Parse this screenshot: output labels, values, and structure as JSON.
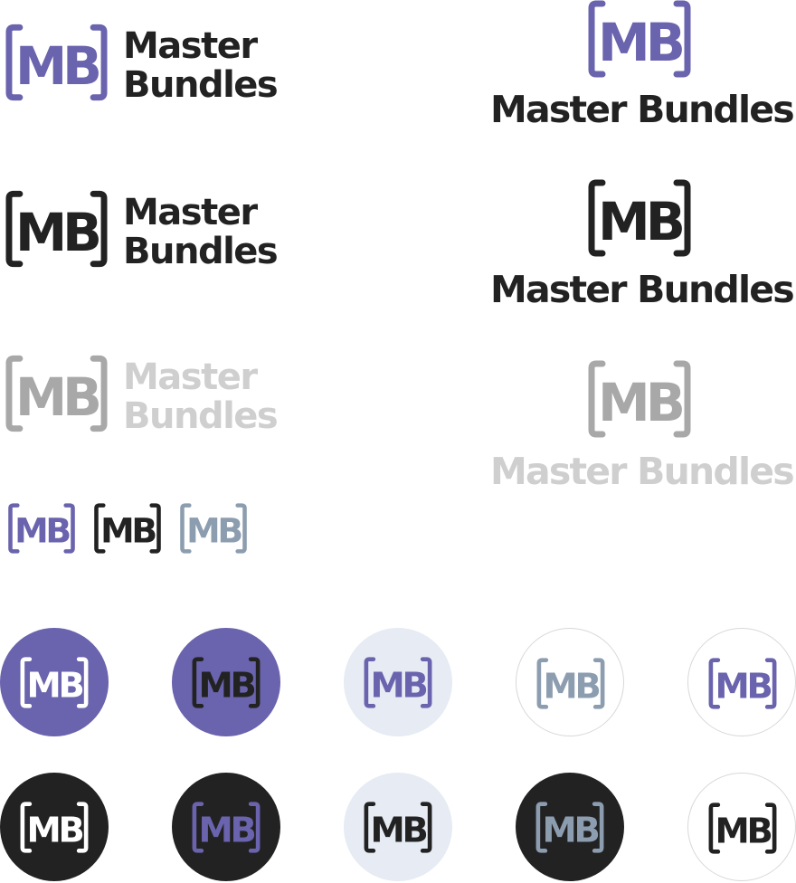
{
  "brand": {
    "mark_text": "MB",
    "word_top": "Master",
    "word_bottom": "Bundles",
    "word_full": "Master Bundles"
  },
  "colors": {
    "purple": "#6a63ad",
    "black": "#222222",
    "gray_mark": "#a8a8a8",
    "gray_word": "#cfcfcf",
    "slate": "#8d9db0",
    "light_bg": "#e6ebf4",
    "white": "#ffffff",
    "ring": "#d8d8d8"
  },
  "variants": {
    "horizontal": [
      {
        "variant": "color",
        "mark": "purple",
        "word": "black"
      },
      {
        "variant": "black",
        "mark": "black",
        "word": "black"
      },
      {
        "variant": "gray",
        "mark": "gray_mark",
        "word": "gray_word"
      }
    ],
    "stacked": [
      {
        "variant": "color",
        "mark": "purple",
        "word": "black"
      },
      {
        "variant": "black",
        "mark": "black",
        "word": "black"
      },
      {
        "variant": "gray",
        "mark": "gray_mark",
        "word": "gray_word"
      }
    ],
    "small_marks": [
      "purple",
      "black",
      "slate"
    ],
    "circle_badges_row1": [
      {
        "bg": "purple",
        "bracket": "white",
        "letters": "white",
        "border": "none"
      },
      {
        "bg": "purple",
        "bracket": "black",
        "letters": "black",
        "border": "none"
      },
      {
        "bg": "light_bg",
        "bracket": "purple",
        "letters": "purple",
        "border": "none"
      },
      {
        "bg": "white",
        "bracket": "slate",
        "letters": "slate",
        "border": "ring"
      },
      {
        "bg": "white",
        "bracket": "purple",
        "letters": "purple",
        "border": "ring"
      }
    ],
    "circle_badges_row2": [
      {
        "bg": "black",
        "bracket": "white",
        "letters": "white",
        "border": "none"
      },
      {
        "bg": "black",
        "bracket": "purple",
        "letters": "purple",
        "border": "none"
      },
      {
        "bg": "light_bg",
        "bracket": "black",
        "letters": "black",
        "border": "none"
      },
      {
        "bg": "black",
        "bracket": "slate",
        "letters": "slate",
        "border": "none"
      },
      {
        "bg": "white",
        "bracket": "black",
        "letters": "black",
        "border": "ring"
      }
    ]
  }
}
